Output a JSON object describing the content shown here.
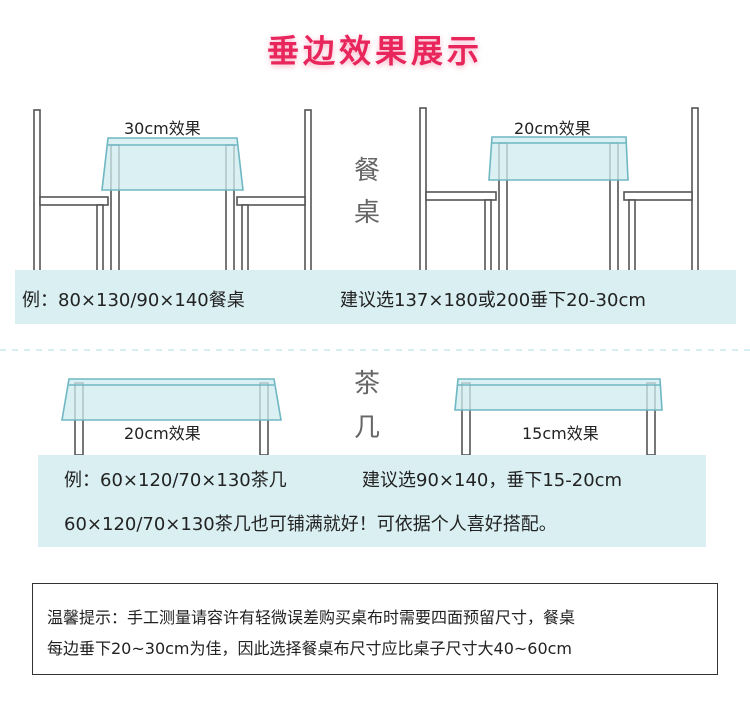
{
  "title": "垂边效果展示",
  "colors": {
    "title": "#e8265c",
    "cloth": "#cdebef",
    "cloth_stroke": "#6fb7c2",
    "band": "#d9eff2",
    "furniture_stroke": "#555555",
    "divider": "#bfe3ea"
  },
  "dining": {
    "label": "餐桌",
    "diagram_left": {
      "drop_label": "30cm效果"
    },
    "diagram_right": {
      "drop_label": "20cm效果"
    },
    "example": "例：80×130/90×140餐桌",
    "suggestion": "建议选137×180或200垂下20-30cm"
  },
  "coffee": {
    "label": "茶几",
    "diagram_left": {
      "drop_label": "20cm效果"
    },
    "diagram_right": {
      "drop_label": "15cm效果"
    },
    "example": "例：60×120/70×130茶几",
    "suggestion": "建议选90×140，垂下15-20cm",
    "extra": "60×120/70×130茶几也可铺满就好！可依据个人喜好搭配。"
  },
  "note": {
    "line1": "温馨提示：手工测量请容许有轻微误差购买桌布时需要四面预留尺寸，餐桌",
    "line2": "每边垂下20~30cm为佳，因此选择餐桌布尺寸应比桌子尺寸大40~60cm"
  }
}
